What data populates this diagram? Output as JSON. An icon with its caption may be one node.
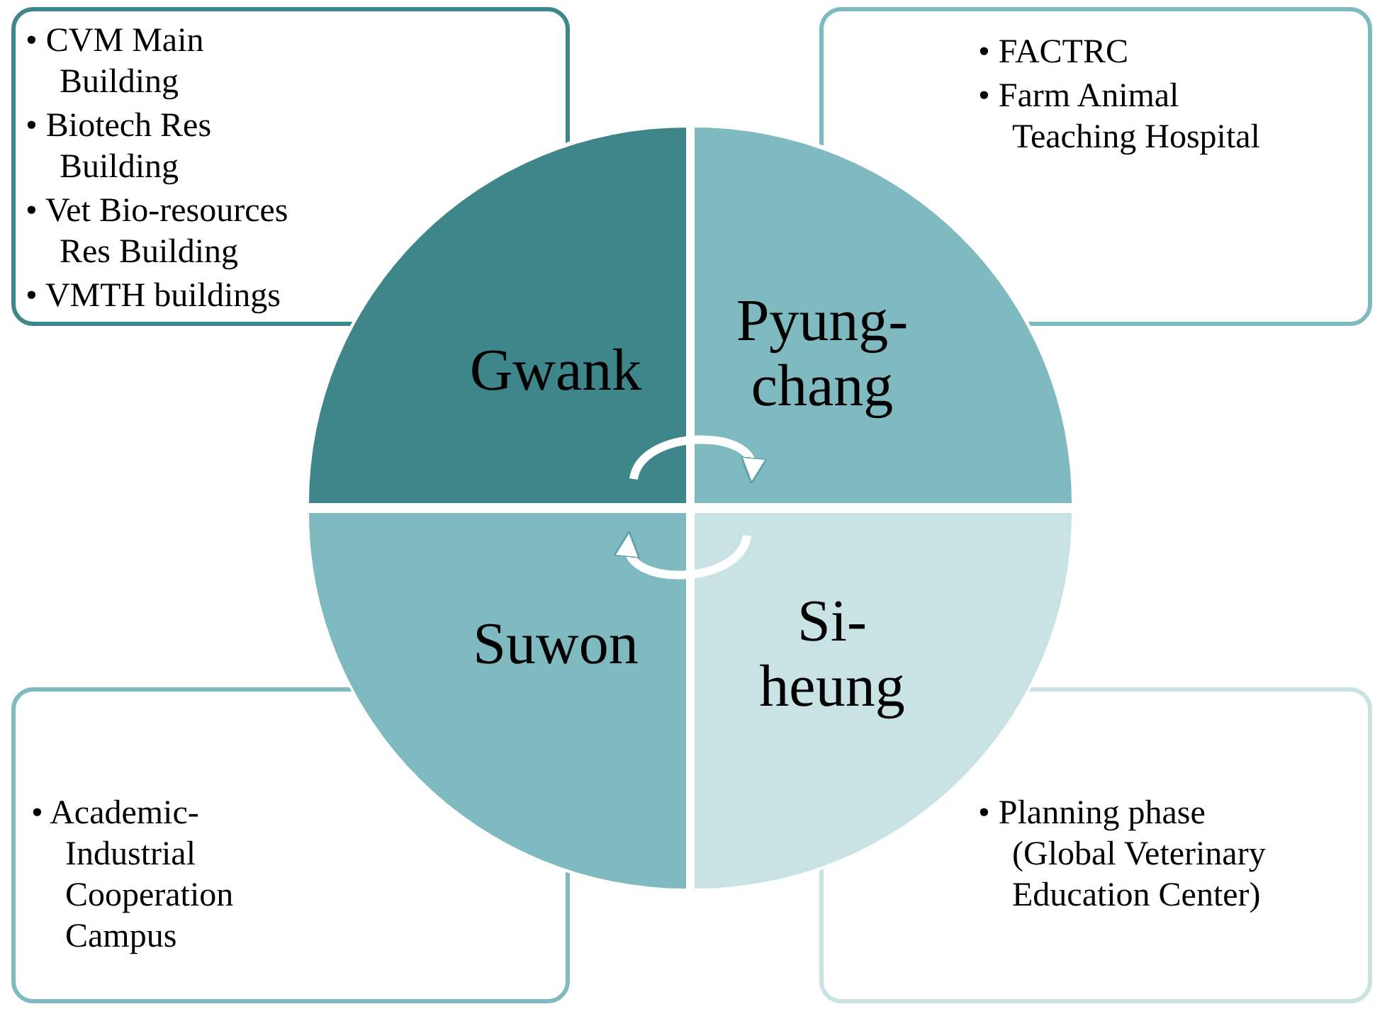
{
  "diagram": {
    "nodes": [
      {
        "text": [
          "• CVM Main Building",
          "• Biotech Res Building",
          "• Vet Bio-resources Res Building",
          "• VMTH buildings"
        ]
      },
      {
        "text": [
          "• FACTRC",
          "• Farm Animal Teaching Hospital"
        ]
      },
      {
        "text": [
          "• Academic-Industrial Cooperation Campus"
        ]
      },
      {
        "text": [
          "• Planning phase (Global Veterinary Education Center)"
        ]
      },
      {
        "text": [
          "Gwank"
        ]
      },
      {
        "text": [
          "Pyung-chang"
        ]
      },
      {
        "text": [
          "Suwon"
        ]
      },
      {
        "text": [
          "Si-heung"
        ]
      }
    ],
    "edges": [
      {
        "from": 4,
        "to": 5,
        "arrow": "to"
      },
      {
        "from": 7,
        "to": 6,
        "arrow": "to"
      }
    ]
  }
}
